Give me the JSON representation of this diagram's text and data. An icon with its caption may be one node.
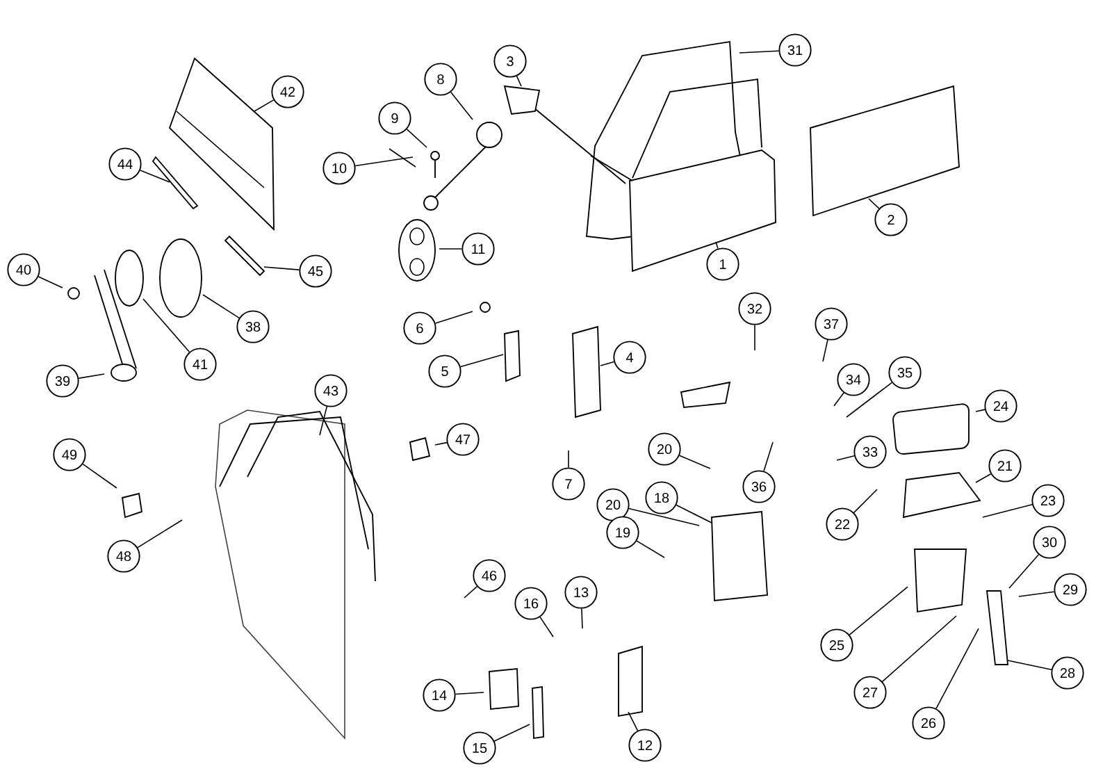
{
  "diagram": {
    "nodes": [
      {
        "text": [
          "42"
        ]
      },
      {
        "text": [
          "8"
        ]
      },
      {
        "text": [
          "3"
        ]
      },
      {
        "text": [
          "31"
        ]
      },
      {
        "text": [
          "9"
        ]
      },
      {
        "text": [
          "10"
        ]
      },
      {
        "text": [
          "44"
        ]
      },
      {
        "text": [
          "11"
        ]
      },
      {
        "text": [
          "45"
        ]
      },
      {
        "text": [
          "2"
        ]
      },
      {
        "text": [
          "1"
        ]
      },
      {
        "text": [
          "40"
        ]
      },
      {
        "text": [
          "38"
        ]
      },
      {
        "text": [
          "41"
        ]
      },
      {
        "text": [
          "39"
        ]
      },
      {
        "text": [
          "6"
        ]
      },
      {
        "text": [
          "5"
        ]
      },
      {
        "text": [
          "4"
        ]
      },
      {
        "text": [
          "32"
        ]
      },
      {
        "text": [
          "37"
        ]
      },
      {
        "text": [
          "34"
        ]
      },
      {
        "text": [
          "35"
        ]
      },
      {
        "text": [
          "24"
        ]
      },
      {
        "text": [
          "43"
        ]
      },
      {
        "text": [
          "47"
        ]
      },
      {
        "text": [
          "49"
        ]
      },
      {
        "text": [
          "20"
        ]
      },
      {
        "text": [
          "33"
        ]
      },
      {
        "text": [
          "36"
        ]
      },
      {
        "text": [
          "21"
        ]
      },
      {
        "text": [
          "7"
        ]
      },
      {
        "text": [
          "22"
        ]
      },
      {
        "text": [
          "23"
        ]
      },
      {
        "text": [
          "20"
        ]
      },
      {
        "text": [
          "18"
        ]
      },
      {
        "text": [
          "30"
        ]
      },
      {
        "text": [
          "48"
        ]
      },
      {
        "text": [
          "19"
        ]
      },
      {
        "text": [
          "29"
        ]
      },
      {
        "text": [
          "46"
        ]
      },
      {
        "text": [
          "13"
        ]
      },
      {
        "text": [
          "16"
        ]
      },
      {
        "text": [
          "25"
        ]
      },
      {
        "text": [
          "27"
        ]
      },
      {
        "text": [
          "28"
        ]
      },
      {
        "text": [
          "14"
        ]
      },
      {
        "text": [
          "26"
        ]
      },
      {
        "text": [
          "12"
        ]
      },
      {
        "text": [
          "15"
        ]
      }
    ],
    "edges": [
      {
        "from": 0,
        "to": null,
        "arrow": "none"
      },
      {
        "from": 1,
        "to": null,
        "arrow": "none"
      },
      {
        "from": 2,
        "to": null,
        "arrow": "none"
      },
      {
        "from": 3,
        "to": null,
        "arrow": "none"
      },
      {
        "from": 4,
        "to": null,
        "arrow": "none"
      },
      {
        "from": 5,
        "to": null,
        "arrow": "none"
      },
      {
        "from": 6,
        "to": null,
        "arrow": "none"
      },
      {
        "from": 7,
        "to": null,
        "arrow": "none"
      },
      {
        "from": 8,
        "to": null,
        "arrow": "none"
      },
      {
        "from": 9,
        "to": null,
        "arrow": "none"
      },
      {
        "from": 10,
        "to": null,
        "arrow": "none"
      },
      {
        "from": 11,
        "to": null,
        "arrow": "none"
      },
      {
        "from": 12,
        "to": null,
        "arrow": "none"
      },
      {
        "from": 13,
        "to": null,
        "arrow": "none"
      },
      {
        "from": 14,
        "to": null,
        "arrow": "none"
      },
      {
        "from": 15,
        "to": null,
        "arrow": "none"
      },
      {
        "from": 16,
        "to": null,
        "arrow": "none"
      },
      {
        "from": 17,
        "to": null,
        "arrow": "none"
      },
      {
        "from": 18,
        "to": null,
        "arrow": "none"
      },
      {
        "from": 19,
        "to": null,
        "arrow": "none"
      },
      {
        "from": 20,
        "to": null,
        "arrow": "none"
      },
      {
        "from": 21,
        "to": null,
        "arrow": "none"
      },
      {
        "from": 22,
        "to": null,
        "arrow": "none"
      },
      {
        "from": 23,
        "to": null,
        "arrow": "none"
      },
      {
        "from": 24,
        "to": null,
        "arrow": "none"
      },
      {
        "from": 25,
        "to": null,
        "arrow": "none"
      },
      {
        "from": 26,
        "to": null,
        "arrow": "none"
      },
      {
        "from": 27,
        "to": null,
        "arrow": "none"
      },
      {
        "from": 28,
        "to": null,
        "arrow": "none"
      },
      {
        "from": 29,
        "to": null,
        "arrow": "none"
      },
      {
        "from": 30,
        "to": null,
        "arrow": "none"
      },
      {
        "from": 31,
        "to": null,
        "arrow": "none"
      },
      {
        "from": 32,
        "to": null,
        "arrow": "none"
      },
      {
        "from": 33,
        "to": null,
        "arrow": "none"
      },
      {
        "from": 34,
        "to": null,
        "arrow": "none"
      },
      {
        "from": 35,
        "to": null,
        "arrow": "none"
      },
      {
        "from": 36,
        "to": null,
        "arrow": "none"
      },
      {
        "from": 37,
        "to": null,
        "arrow": "none"
      },
      {
        "from": 38,
        "to": null,
        "arrow": "none"
      },
      {
        "from": 39,
        "to": null,
        "arrow": "none"
      },
      {
        "from": 40,
        "to": null,
        "arrow": "none"
      },
      {
        "from": 41,
        "to": null,
        "arrow": "none"
      },
      {
        "from": 42,
        "to": null,
        "arrow": "none"
      },
      {
        "from": 43,
        "to": null,
        "arrow": "none"
      },
      {
        "from": 44,
        "to": null,
        "arrow": "none"
      },
      {
        "from": 45,
        "to": null,
        "arrow": "none"
      },
      {
        "from": 46,
        "to": null,
        "arrow": "none"
      },
      {
        "from": 47,
        "to": null,
        "arrow": "none"
      },
      {
        "from": 48,
        "to": null,
        "arrow": "none"
      }
    ]
  }
}
